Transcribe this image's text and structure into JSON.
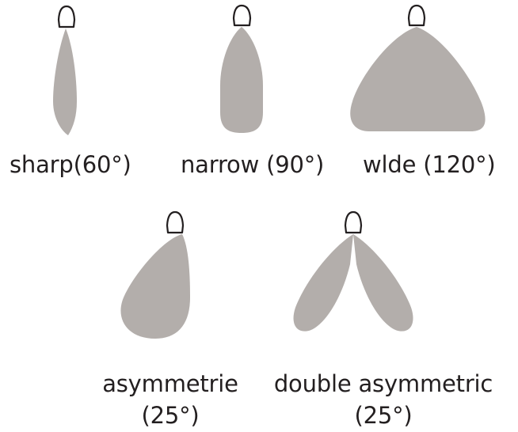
{
  "colors": {
    "beam_fill": "#b3aeab",
    "lamp_outline": "#231f20",
    "text": "#231f20"
  },
  "beam_patterns": [
    {
      "id": "sharp",
      "label_line1": "sharp(60°)",
      "label_line2": ""
    },
    {
      "id": "narrow",
      "label_line1": "narrow (90°)",
      "label_line2": ""
    },
    {
      "id": "wide",
      "label_line1": "wlde (120°)",
      "label_line2": ""
    },
    {
      "id": "asymmetric",
      "label_line1": "asymmetrie",
      "label_line2": "(25°)"
    },
    {
      "id": "double-asymmetric",
      "label_line1": "double asymmetric",
      "label_line2": "(25°)"
    }
  ]
}
